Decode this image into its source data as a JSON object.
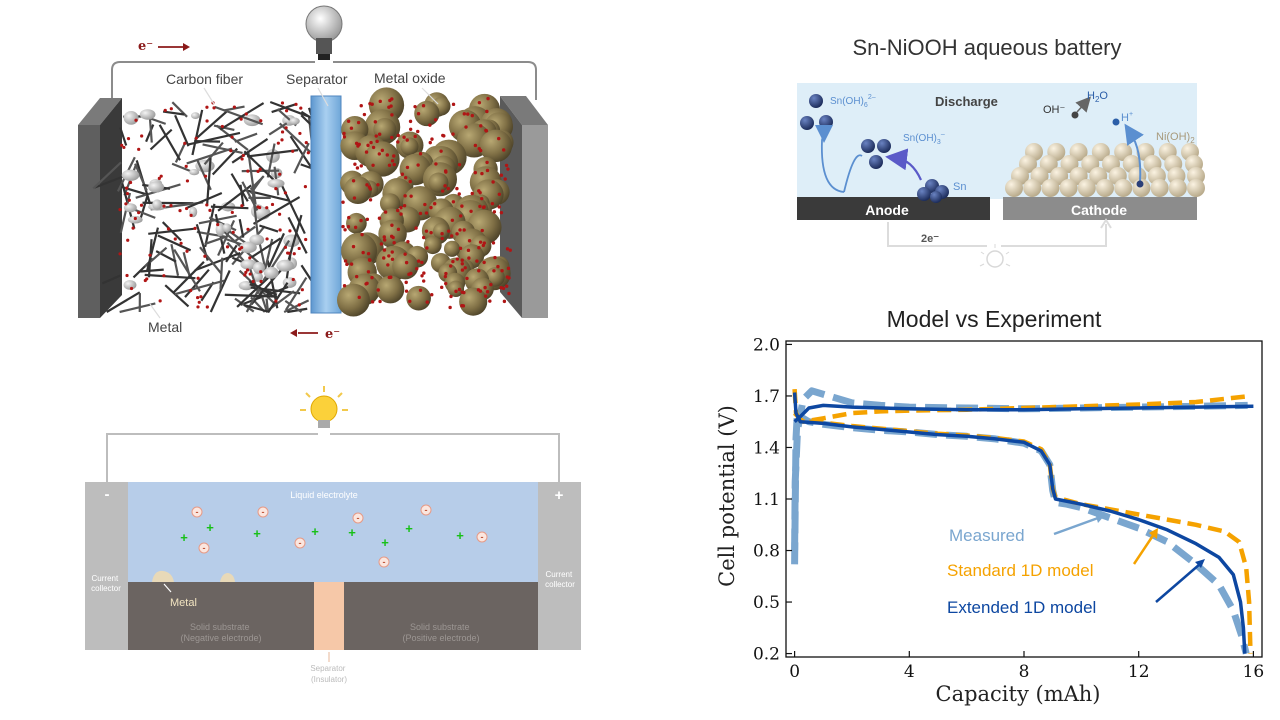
{
  "top_left": {
    "electron_top": "e⁻",
    "electron_bottom": "e⁻",
    "labels": {
      "carbon_fiber": "Carbon fiber",
      "separator": "Separator",
      "metal_oxide": "Metal oxide",
      "metal": "Metal"
    },
    "colors": {
      "fiber": "#3a3a3a",
      "oxide": "#8a7a4a",
      "particles": "#b01515",
      "separator": "#7eb3e0",
      "electron": "#8b1a1a"
    }
  },
  "bottom_left": {
    "electrolyte": "Liquid electrolyte",
    "neg_sign": "-",
    "pos_sign": "+",
    "collector_left": [
      "Current",
      "collector"
    ],
    "collector_right": [
      "Current",
      "collector"
    ],
    "metal": "Metal",
    "neg_substrate": [
      "Solid substrate",
      "(Negative electrode)"
    ],
    "pos_substrate": [
      "Solid substrate",
      "(Positive electrode)"
    ],
    "separator": [
      "Separator",
      "(Insulator)"
    ],
    "ion_plus": "+",
    "ion_minus": "-",
    "colors": {
      "electrolyte": "#b7cde9",
      "substrate": "#6b6461",
      "collector": "#bdbdbd",
      "separator": "#f6c8a8",
      "plus": "#18c018",
      "minus": "#e69a86"
    }
  },
  "top_right": {
    "title": "Sn-NiOOH aqueous battery",
    "discharge": "Discharge",
    "anode": "Anode",
    "cathode": "Cathode",
    "two_e": "2e⁻",
    "sn_oh6_base": "Sn(OH)",
    "sn_oh6_sub": "6",
    "sn_oh6_sup": "2–",
    "sn_oh3_base": "Sn(OH)",
    "sn_oh3_sub": "3",
    "sn_oh3_sup": "–",
    "sn": "Sn",
    "oh": "OH⁻",
    "h2o_h": "H",
    "h2o_sub": "2",
    "h2o_o": "O",
    "h_plus_base": "H",
    "h_plus_sup": "+",
    "nioh_base": "Ni(OH)",
    "nioh_sub": "2",
    "colors": {
      "bg": "#deeef8",
      "anode": "#3a3a3a",
      "cathode": "#8c8c8c",
      "sn": "#2b3f78",
      "arrow": "#5b8fd0"
    }
  },
  "chart_data": {
    "type": "line",
    "title": "Model vs Experiment",
    "xlabel": "Capacity (mAh)",
    "ylabel": "Cell potential (V)",
    "xlim": [
      -0.3,
      16.3
    ],
    "ylim": [
      0.18,
      2.02
    ],
    "xticks": [
      0,
      4,
      8,
      12,
      16
    ],
    "yticks": [
      0.2,
      0.5,
      0.8,
      1.1,
      1.4,
      1.7,
      2.0
    ],
    "xtick_labels": [
      "0",
      "4",
      "8",
      "12",
      "16"
    ],
    "ytick_labels": [
      "0.2",
      "0.5",
      "0.8",
      "1.1",
      "1.4",
      "1.7",
      "2.0"
    ],
    "grid": false,
    "series": [
      {
        "name": "Measured",
        "color": "#7aa6cf",
        "style": "dashed-thick",
        "segments": [
          [
            [
              0.0,
              0.72
            ],
            [
              0.02,
              1.05
            ],
            [
              0.05,
              1.45
            ],
            [
              0.1,
              1.62
            ],
            [
              0.2,
              1.58
            ],
            [
              0.5,
              1.55
            ],
            [
              1,
              1.535
            ],
            [
              2,
              1.515
            ],
            [
              3,
              1.5
            ],
            [
              4,
              1.49
            ],
            [
              5,
              1.475
            ],
            [
              6,
              1.465
            ],
            [
              7,
              1.45
            ],
            [
              8,
              1.425
            ],
            [
              8.6,
              1.38
            ],
            [
              8.9,
              1.3
            ],
            [
              9.0,
              1.15
            ],
            [
              9.1,
              1.08
            ],
            [
              9.5,
              1.07
            ],
            [
              10,
              1.05
            ],
            [
              10.5,
              1.02
            ],
            [
              11,
              0.99
            ],
            [
              12,
              0.93
            ],
            [
              13,
              0.85
            ],
            [
              14,
              0.72
            ],
            [
              14.8,
              0.6
            ],
            [
              15.3,
              0.45
            ],
            [
              15.6,
              0.3
            ],
            [
              15.75,
              0.2
            ]
          ],
          [
            [
              0.0,
              0.8
            ],
            [
              0.02,
              1.2
            ],
            [
              0.1,
              1.5
            ],
            [
              0.3,
              1.68
            ],
            [
              0.6,
              1.73
            ],
            [
              1.2,
              1.7
            ],
            [
              2,
              1.66
            ],
            [
              3,
              1.645
            ],
            [
              4,
              1.635
            ],
            [
              6,
              1.63
            ],
            [
              8,
              1.625
            ],
            [
              10,
              1.63
            ],
            [
              12,
              1.635
            ],
            [
              14,
              1.64
            ],
            [
              15.8,
              1.645
            ]
          ]
        ]
      },
      {
        "name": "Standard 1D model",
        "color": "#f5a200",
        "style": "dashed",
        "segments": [
          [
            [
              0.0,
              1.74
            ],
            [
              0.05,
              1.6
            ],
            [
              0.2,
              1.555
            ],
            [
              1,
              1.545
            ],
            [
              2,
              1.525
            ],
            [
              3,
              1.51
            ],
            [
              4,
              1.495
            ],
            [
              5,
              1.48
            ],
            [
              6,
              1.47
            ],
            [
              7,
              1.455
            ],
            [
              8,
              1.435
            ],
            [
              8.6,
              1.39
            ],
            [
              8.9,
              1.3
            ],
            [
              9.0,
              1.16
            ],
            [
              9.1,
              1.11
            ],
            [
              10,
              1.07
            ],
            [
              11,
              1.04
            ],
            [
              12,
              1.01
            ],
            [
              13,
              0.98
            ],
            [
              14,
              0.95
            ],
            [
              15,
              0.91
            ],
            [
              15.5,
              0.85
            ],
            [
              15.75,
              0.7
            ],
            [
              15.85,
              0.5
            ],
            [
              15.9,
              0.2
            ]
          ],
          [
            [
              0.0,
              1.6
            ],
            [
              0.3,
              1.55
            ],
            [
              1,
              1.57
            ],
            [
              2,
              1.6
            ],
            [
              3,
              1.61
            ],
            [
              4,
              1.615
            ],
            [
              6,
              1.62
            ],
            [
              8,
              1.63
            ],
            [
              10,
              1.64
            ],
            [
              12,
              1.65
            ],
            [
              14,
              1.665
            ],
            [
              15.9,
              1.7
            ]
          ]
        ]
      },
      {
        "name": "Extended 1D model",
        "color": "#0d47a1",
        "style": "solid",
        "segments": [
          [
            [
              0.0,
              1.72
            ],
            [
              0.05,
              1.6
            ],
            [
              0.2,
              1.55
            ],
            [
              1,
              1.54
            ],
            [
              2,
              1.52
            ],
            [
              3,
              1.505
            ],
            [
              4,
              1.49
            ],
            [
              5,
              1.475
            ],
            [
              6,
              1.465
            ],
            [
              7,
              1.45
            ],
            [
              8,
              1.43
            ],
            [
              8.6,
              1.38
            ],
            [
              8.9,
              1.3
            ],
            [
              9.0,
              1.16
            ],
            [
              9.1,
              1.1
            ],
            [
              10,
              1.07
            ],
            [
              11,
              1.03
            ],
            [
              12,
              0.98
            ],
            [
              13,
              0.92
            ],
            [
              14,
              0.84
            ],
            [
              14.8,
              0.76
            ],
            [
              15.3,
              0.66
            ],
            [
              15.55,
              0.5
            ],
            [
              15.65,
              0.35
            ],
            [
              15.7,
              0.2
            ]
          ],
          [
            [
              0.0,
              1.55
            ],
            [
              0.2,
              1.58
            ],
            [
              0.5,
              1.63
            ],
            [
              1,
              1.645
            ],
            [
              2,
              1.635
            ],
            [
              4,
              1.625
            ],
            [
              6,
              1.62
            ],
            [
              8,
              1.62
            ],
            [
              10,
              1.625
            ],
            [
              12,
              1.63
            ],
            [
              14,
              1.635
            ],
            [
              16,
              1.64
            ]
          ]
        ]
      }
    ],
    "legend": [
      {
        "text": "Measured",
        "color": "#7aa6cf"
      },
      {
        "text": "Standard 1D model",
        "color": "#f5a200"
      },
      {
        "text": "Extended 1D model",
        "color": "#0d47a1"
      }
    ]
  }
}
